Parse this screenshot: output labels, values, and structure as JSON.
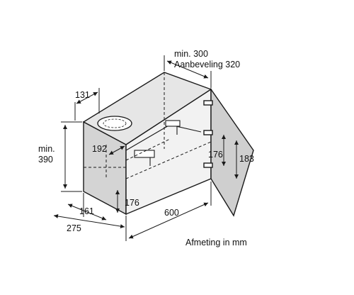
{
  "diagram": {
    "labels": {
      "min_300": "min. 300",
      "aanbeveling": "Aanbeveling 320",
      "d131": "131",
      "min": "min.",
      "d390": "390",
      "d192": "192",
      "d176_right": "176",
      "d183": "183",
      "d176_bottom": "176",
      "d600": "600",
      "d161": "161",
      "d275": "275",
      "units": "Afmeting in mm"
    },
    "colors": {
      "line": "#1a1a1a",
      "fill_top": "#e6e6e6",
      "fill_side": "#d4d4d4",
      "fill_front": "#f2f2f2",
      "fill_door": "#cfcfcf",
      "duct": "#ffffff"
    }
  }
}
